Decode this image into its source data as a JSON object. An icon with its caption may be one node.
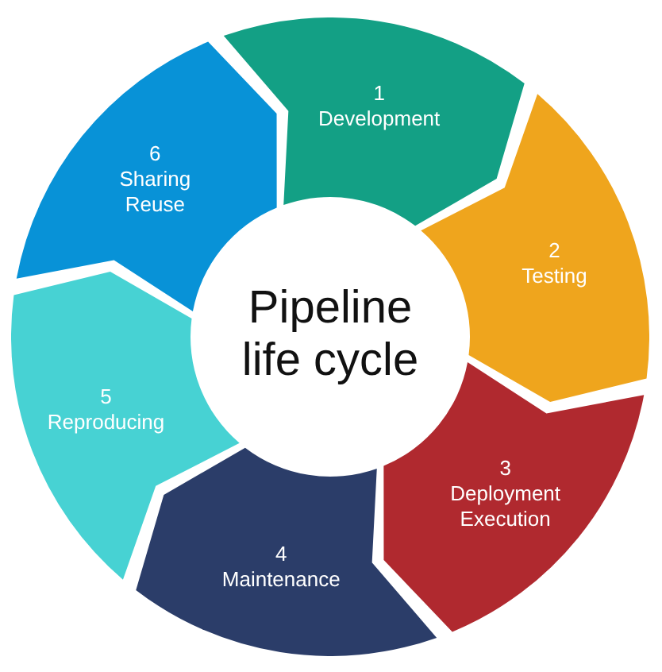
{
  "diagram": {
    "nodes": [
      {
        "text": [
          "Pipeline life cycle"
        ]
      },
      {
        "text": [
          "1",
          "Development"
        ]
      },
      {
        "text": [
          "2",
          "Testing"
        ]
      },
      {
        "text": [
          "3",
          "Deployment Execution"
        ]
      },
      {
        "text": [
          "4",
          "Maintenance"
        ]
      },
      {
        "text": [
          "5",
          "Reproducing"
        ]
      },
      {
        "text": [
          "6",
          "Sharing Reuse"
        ]
      }
    ]
  }
}
